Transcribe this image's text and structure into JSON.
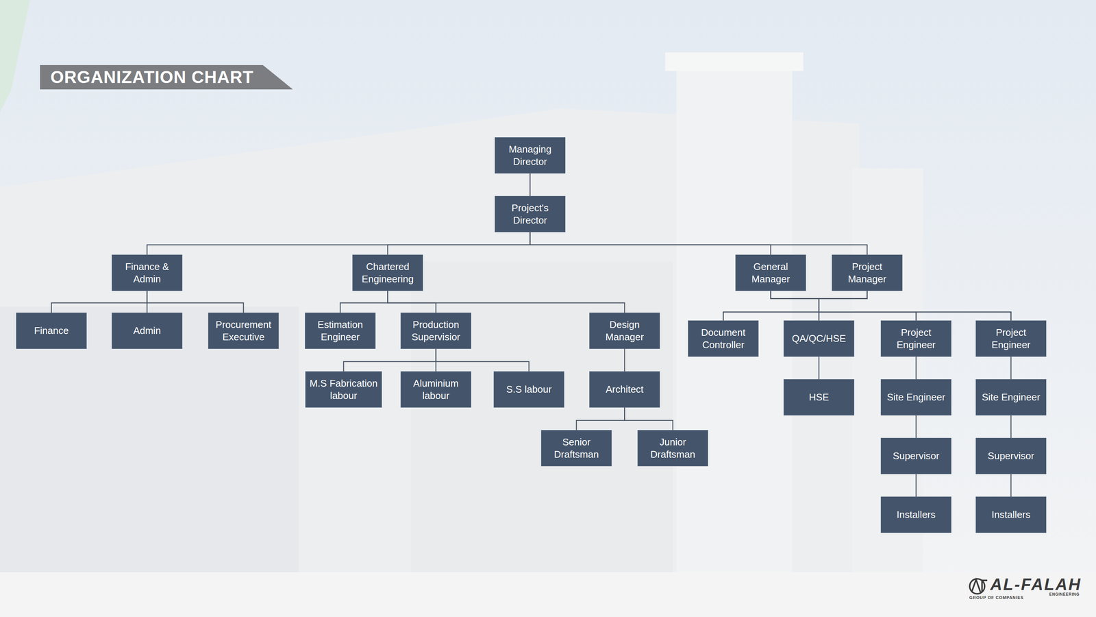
{
  "diagram": {
    "title": "ORGANIZATION CHART",
    "nodes": [
      {
        "text": [
          "Managing Director"
        ]
      },
      {
        "text": [
          "Project's Director"
        ]
      },
      {
        "text": [
          "Finance & Admin"
        ]
      },
      {
        "text": [
          "Chartered Engineering"
        ]
      },
      {
        "text": [
          "General Manager"
        ]
      },
      {
        "text": [
          "Project Manager"
        ]
      },
      {
        "text": [
          "Finance"
        ]
      },
      {
        "text": [
          "Admin"
        ]
      },
      {
        "text": [
          "Procurement Executive"
        ]
      },
      {
        "text": [
          "Estimation Engineer"
        ]
      },
      {
        "text": [
          "Production Supervisior"
        ]
      },
      {
        "text": [
          "Design Manager"
        ]
      },
      {
        "text": [
          "Document Controller"
        ]
      },
      {
        "text": [
          "QA/QC/HSE"
        ]
      },
      {
        "text": [
          "Project Engineer"
        ]
      },
      {
        "text": [
          "Project Engineer"
        ]
      },
      {
        "text": [
          "M.S Fabrication labour"
        ]
      },
      {
        "text": [
          "Aluminium labour"
        ]
      },
      {
        "text": [
          "S.S labour"
        ]
      },
      {
        "text": [
          "Architect"
        ]
      },
      {
        "text": [
          "HSE"
        ]
      },
      {
        "text": [
          "Site Engineer"
        ]
      },
      {
        "text": [
          "Site Engineer"
        ]
      },
      {
        "text": [
          "Senior Draftsman"
        ]
      },
      {
        "text": [
          "Junior Draftsman"
        ]
      },
      {
        "text": [
          "Supervisor"
        ]
      },
      {
        "text": [
          "Supervisor"
        ]
      },
      {
        "text": [
          "Installers"
        ]
      },
      {
        "text": [
          "Installers"
        ]
      }
    ],
    "edges": [
      {
        "from": 0,
        "to": 1,
        "arrow": "none"
      },
      {
        "from": 1,
        "to": 2,
        "arrow": "none"
      },
      {
        "from": 1,
        "to": 3,
        "arrow": "none"
      },
      {
        "from": 1,
        "to": 4,
        "arrow": "none"
      },
      {
        "from": 1,
        "to": 5,
        "arrow": "none"
      },
      {
        "from": 2,
        "to": 6,
        "arrow": "none"
      },
      {
        "from": 2,
        "to": 7,
        "arrow": "none"
      },
      {
        "from": 2,
        "to": 8,
        "arrow": "none"
      },
      {
        "from": 3,
        "to": 9,
        "arrow": "none"
      },
      {
        "from": 3,
        "to": 10,
        "arrow": "none"
      },
      {
        "from": 3,
        "to": 11,
        "arrow": "none"
      },
      {
        "from": 4,
        "to": 12,
        "arrow": "none"
      },
      {
        "from": 4,
        "to": 13,
        "arrow": "none"
      },
      {
        "from": 4,
        "to": 14,
        "arrow": "none"
      },
      {
        "from": 4,
        "to": 15,
        "arrow": "none"
      },
      {
        "from": 5,
        "to": 12,
        "arrow": "none"
      },
      {
        "from": 5,
        "to": 13,
        "arrow": "none"
      },
      {
        "from": 5,
        "to": 14,
        "arrow": "none"
      },
      {
        "from": 5,
        "to": 15,
        "arrow": "none"
      },
      {
        "from": 10,
        "to": 16,
        "arrow": "none"
      },
      {
        "from": 10,
        "to": 17,
        "arrow": "none"
      },
      {
        "from": 10,
        "to": 18,
        "arrow": "none"
      },
      {
        "from": 11,
        "to": 19,
        "arrow": "none"
      },
      {
        "from": 13,
        "to": 20,
        "arrow": "none"
      },
      {
        "from": 14,
        "to": 21,
        "arrow": "none"
      },
      {
        "from": 15,
        "to": 22,
        "arrow": "none"
      },
      {
        "from": 19,
        "to": 23,
        "arrow": "none"
      },
      {
        "from": 19,
        "to": 24,
        "arrow": "none"
      },
      {
        "from": 21,
        "to": 25,
        "arrow": "none"
      },
      {
        "from": 22,
        "to": 26,
        "arrow": "none"
      },
      {
        "from": 25,
        "to": 27,
        "arrow": "none"
      },
      {
        "from": 26,
        "to": 28,
        "arrow": "none"
      }
    ],
    "labels": [
      "AL-FALAH",
      "GROUP OF COMPANIES",
      "ENGINEERING"
    ]
  }
}
